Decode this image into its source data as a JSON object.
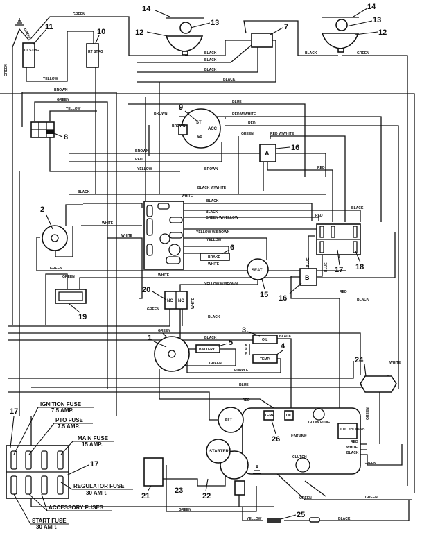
{
  "diagram": {
    "callouts": [
      "1",
      "2",
      "3",
      "4",
      "5",
      "6",
      "7",
      "8",
      "9",
      "10",
      "11",
      "12",
      "13",
      "14",
      "15",
      "16",
      "17",
      "18",
      "19",
      "20",
      "21",
      "22",
      "23",
      "24",
      "25",
      "26"
    ],
    "components": {
      "lt_strg": "LT STRG",
      "rt_strg": "RT STRG",
      "key_brown": "BROWN",
      "key_st": "ST",
      "key_acc": "ACC",
      "key_50": "50",
      "relay_a": "A",
      "relay_b": "B",
      "switch_nc": "NC",
      "switch_no": "NO",
      "seat": "SEAT",
      "brake": "BRAKE",
      "brake_wire": "WHITE",
      "battery": "BATTERY",
      "oil_light": "OIL",
      "temp_light": "TEMP.",
      "alternator": "ALT.",
      "starter": "STARTER",
      "engine": "ENGINE",
      "engine_temp": "TEMP",
      "engine_oil": "OIL",
      "glow_plug": "GLOW PLUG",
      "fuel_solenoid": "FUEL SOLENOID",
      "clutch": "CLUTCH"
    },
    "wire_labels": [
      "GREEN",
      "GREEN",
      "GREEN",
      "YELLOW",
      "BROWN",
      "GREEN",
      "YELLOW",
      "BLACK",
      "BLACK",
      "BLACK",
      "BLACK",
      "BLACK",
      "GREEN",
      "BLUE",
      "RED W/WHITE",
      "RED",
      "BROWN",
      "GREEN",
      "RED W/WHITE",
      "BROWN",
      "RED",
      "YELLOW",
      "RED",
      "BROWN",
      "BLACK W/WHITE",
      "BLACK",
      "WHITE",
      "BLACK",
      "BLACK",
      "GREEN W/YELLOW",
      "WHITE",
      "WHITE",
      "YELLOW W/BROWN",
      "YELLOW",
      "WHITE",
      "BLACK",
      "RED",
      "BLUE",
      "BLUE",
      "GREEN",
      "GREEN",
      "YELLOW W/BROWN",
      "WHITE",
      "GREEN",
      "BLACK",
      "RED",
      "BLACK",
      "GREEN",
      "BLACK",
      "BLACK",
      "BLACK",
      "GREEN",
      "PURPLE",
      "BLUE",
      "RED",
      "WHITE",
      "GREEN",
      "RED",
      "WHITE",
      "BLACK",
      "GREEN",
      "GREEN",
      "GREEN",
      "YELLOW",
      "BLACK",
      "GREEN"
    ],
    "fuse_legend": {
      "ignition": "IGNITION FUSE",
      "ignition_amp": "7.5 AMP.",
      "pto": "PTO FUSE",
      "pto_amp": "7.5 AMP.",
      "main": "MAIN FUSE",
      "main_amp": "15 AMP.",
      "regulator": "REGULATOR FUSE",
      "regulator_amp": "30 AMP.",
      "accessory": "ACCESSORY FUSES",
      "start": "START FUSE",
      "start_amp": "30 AMP.",
      "callout_a": "17",
      "callout_b": "17"
    }
  }
}
